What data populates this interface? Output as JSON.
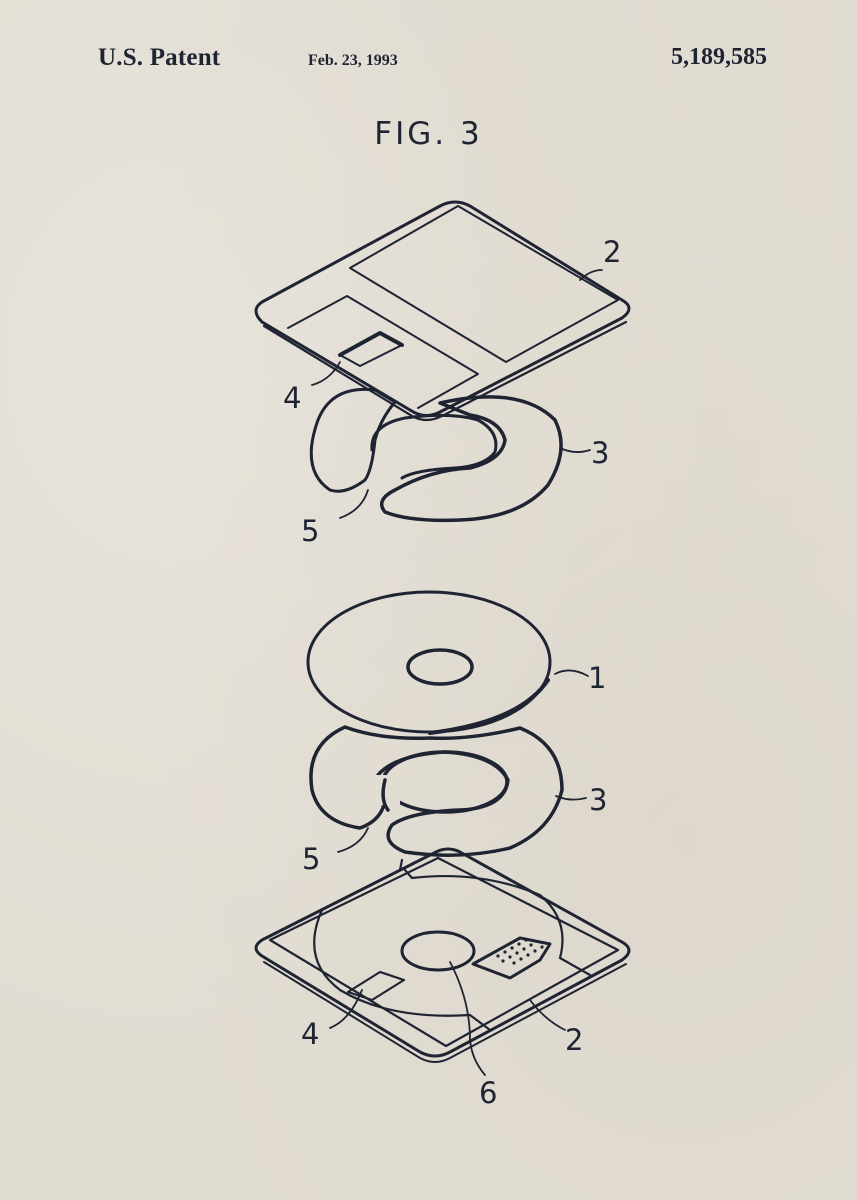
{
  "header": {
    "left": "U.S. Patent",
    "date": "Feb. 23, 1993",
    "patent_number": "5,189,585"
  },
  "figure": {
    "title": "FIG. 3",
    "reference_numerals": {
      "upper_shell": "2",
      "upper_window": "4",
      "upper_liner": "3",
      "upper_liner_slot": "5",
      "disk": "1",
      "lower_liner": "3",
      "lower_liner_slot": "5",
      "lower_window": "4",
      "lower_shell": "2",
      "hub_opening": "6"
    }
  },
  "colors": {
    "paper": "#e2ddd3",
    "ink": "#1f2433"
  }
}
